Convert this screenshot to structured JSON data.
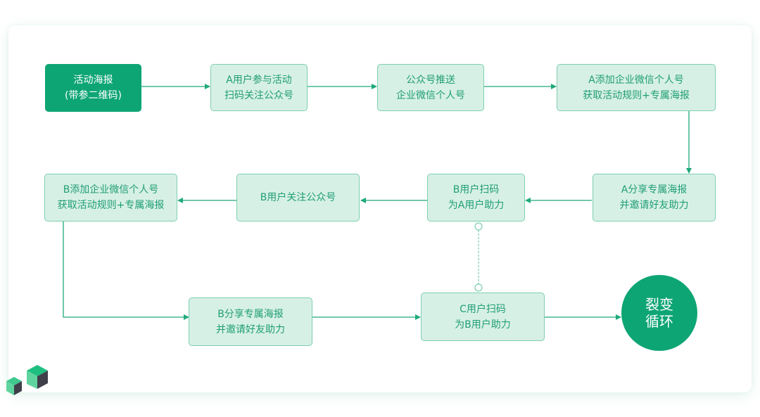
{
  "diagram": {
    "colors": {
      "accent": "#0ea574",
      "node_fill": "#d7f0e6",
      "node_border": "#7dcfaf",
      "text": "#1f9e74",
      "line": "#1fa97b"
    },
    "nodes": [
      {
        "id": "poster",
        "lines": [
          "活动海报",
          "(带参二维码)"
        ]
      },
      {
        "id": "a-join",
        "lines": [
          "A用户参与活动",
          "扫码关注公众号"
        ]
      },
      {
        "id": "oa-push",
        "lines": [
          "公众号推送",
          "企业微信个人号"
        ]
      },
      {
        "id": "a-add-wecom",
        "lines": [
          "A添加企业微信个人号",
          "获取活动规则+专属海报"
        ]
      },
      {
        "id": "a-share",
        "lines": [
          "A分享专属海报",
          "并邀请好友助力"
        ]
      },
      {
        "id": "b-scan",
        "lines": [
          "B用户扫码",
          "为A用户助力"
        ]
      },
      {
        "id": "b-follow",
        "lines": [
          "B用户关注公众号"
        ]
      },
      {
        "id": "b-add-wecom",
        "lines": [
          "B添加企业微信个人号",
          "获取活动规则+专属海报"
        ]
      },
      {
        "id": "b-share",
        "lines": [
          "B分享专属海报",
          "并邀请好友助力"
        ]
      },
      {
        "id": "c-scan",
        "lines": [
          "C用户扫码",
          "为B用户助力"
        ]
      }
    ],
    "end_node": {
      "id": "fission-loop",
      "lines": [
        "裂变",
        "循环"
      ]
    },
    "edges": [
      {
        "from": "poster",
        "to": "a-join",
        "style": "arrow"
      },
      {
        "from": "a-join",
        "to": "oa-push",
        "style": "arrow"
      },
      {
        "from": "oa-push",
        "to": "a-add-wecom",
        "style": "arrow"
      },
      {
        "from": "a-add-wecom",
        "to": "a-share",
        "style": "arrow"
      },
      {
        "from": "a-share",
        "to": "b-scan",
        "style": "arrow"
      },
      {
        "from": "b-scan",
        "to": "b-follow",
        "style": "arrow"
      },
      {
        "from": "b-follow",
        "to": "b-add-wecom",
        "style": "arrow"
      },
      {
        "from": "b-add-wecom",
        "to": "b-share",
        "style": "arrow"
      },
      {
        "from": "b-share",
        "to": "c-scan",
        "style": "arrow"
      },
      {
        "from": "c-scan",
        "to": "fission-loop",
        "style": "arrow"
      },
      {
        "from": "b-scan",
        "to": "c-scan",
        "style": "dashed-association"
      }
    ]
  },
  "logo": {
    "icon": "cubes-logo-icon"
  }
}
